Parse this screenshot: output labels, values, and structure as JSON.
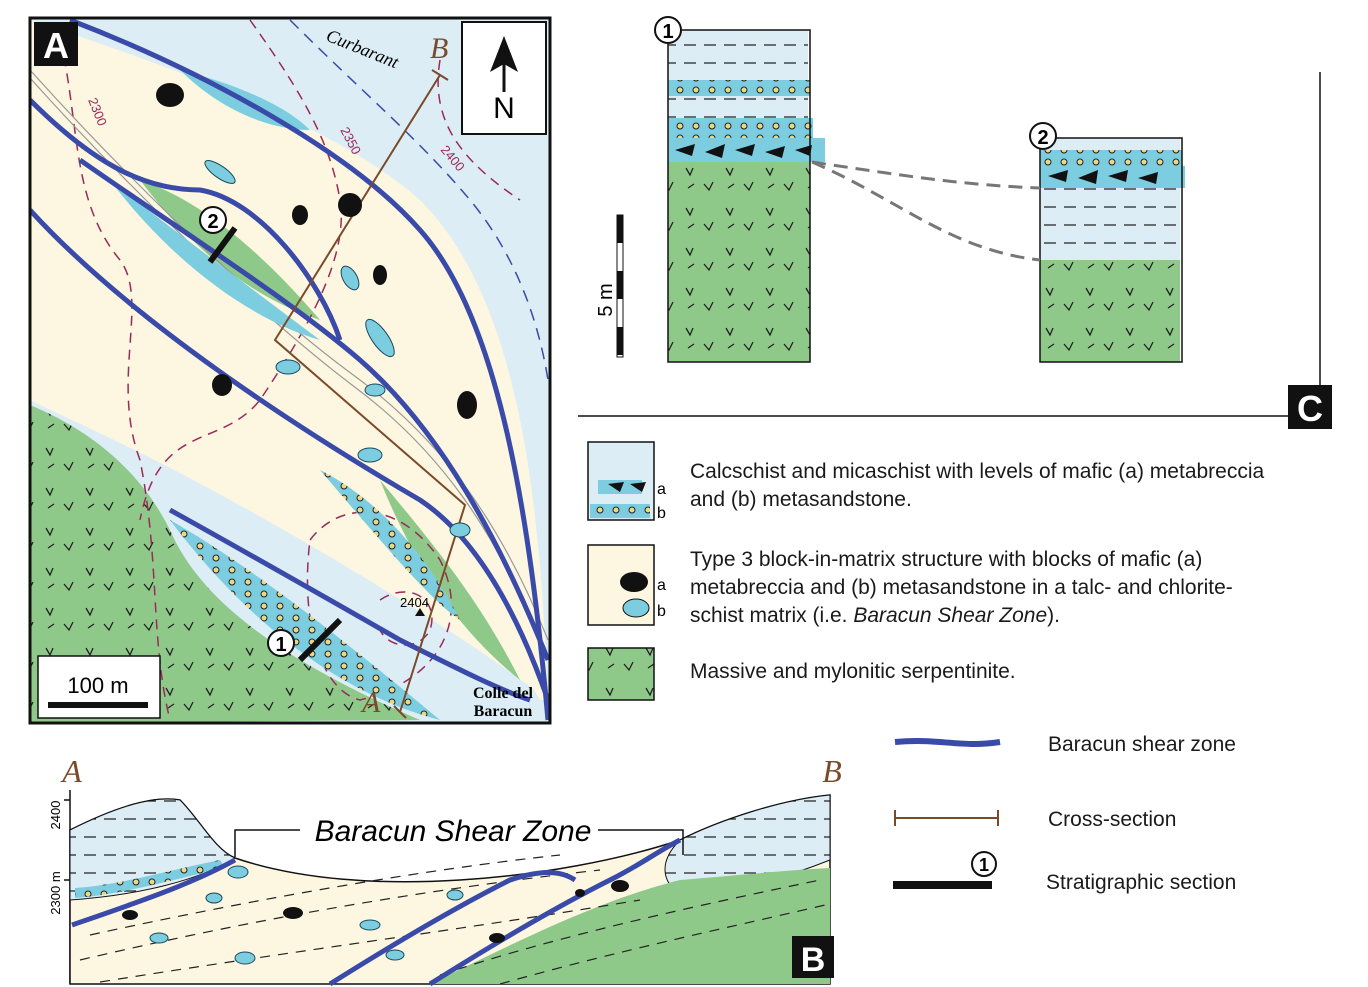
{
  "panels": {
    "map": {
      "label": "A",
      "north_arrow": "N",
      "place_curbarant": "Curbarant",
      "contours": [
        "2300",
        "2350",
        "2400"
      ],
      "spot_height": "2404",
      "place_colle_line1": "Colle del",
      "place_colle_line2": "Baracun",
      "scale_label": "100 m",
      "section_end_a": "A",
      "section_end_b": "B",
      "strat_marker_1": "1",
      "strat_marker_2": "2"
    },
    "columns": {
      "label": "C",
      "scale_label": "5 m",
      "column_1_marker": "1",
      "column_2_marker": "2"
    },
    "cross_section": {
      "label": "B",
      "end_a": "A",
      "end_b": "B",
      "elev_top": "2400",
      "elev_bottom": "2300 m",
      "zone_title": "Baracun Shear Zone"
    }
  },
  "legend": {
    "unit_1": {
      "sub_a": "a",
      "sub_b": "b",
      "line1": "Calcschist and micaschist with levels of mafic (a) metabreccia",
      "line2": "and (b) metasandstone."
    },
    "unit_2": {
      "sub_a": "a",
      "sub_b": "b",
      "line1": "Type 3 block-in-matrix structure with blocks of mafic (a)",
      "line2": "metabreccia  and (b) metasandstone  in a talc- and chlorite-",
      "line3_pre": "schist matrix (i.e. ",
      "line3_italic": "Baracun Shear Zone",
      "line3_post": ")."
    },
    "unit_3": {
      "line1": "Massive and mylonitic serpentinite."
    },
    "symbols": {
      "shear_zone": "Baracun shear zone",
      "cross_section": "Cross-section",
      "strat_section": "Stratigraphic section",
      "strat_marker": "1"
    }
  },
  "colors": {
    "calcschist": "#dcedf5",
    "matrix": "#fdf6e1",
    "serpentinite": "#8fc98a",
    "blue_layer": "#7ccde0",
    "shear_line": "#3a4aa8",
    "section_line": "#7a4a2a",
    "contour": "#9a2a5a"
  }
}
